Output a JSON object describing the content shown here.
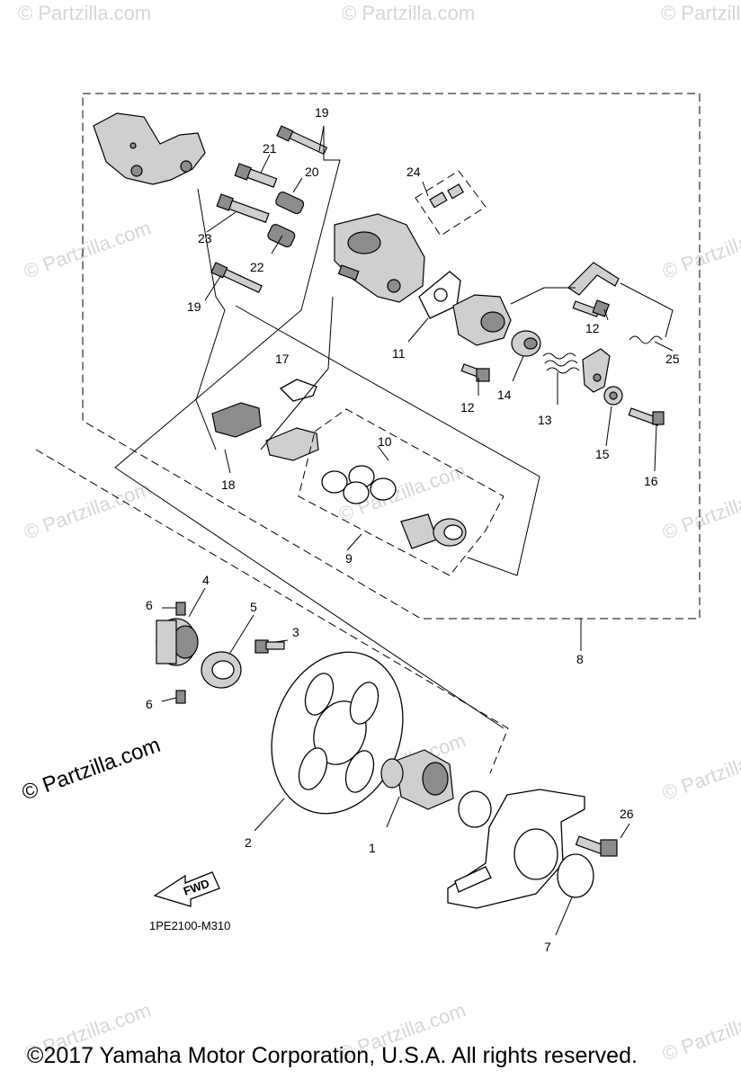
{
  "diagram": {
    "drawing_code": "1PE2100-M310",
    "fwd_label": "FWD",
    "watermark": "© Partzilla.com",
    "watermark_small": "© Partzilla.com",
    "copyright": "©2017 Yamaha Motor Corporation, U.S.A. All rights reserved.",
    "callouts": {
      "c1": "1",
      "c2": "2",
      "c3": "3",
      "c4": "4",
      "c5": "5",
      "c6a": "6",
      "c6b": "6",
      "c7": "7",
      "c8": "8",
      "c9": "9",
      "c10": "10",
      "c11": "11",
      "c12a": "12",
      "c12b": "12",
      "c13": "13",
      "c14": "14",
      "c15": "15",
      "c16": "16",
      "c17": "17",
      "c18": "18",
      "c19a": "19",
      "c19b": "19",
      "c20": "20",
      "c21": "21",
      "c22": "22",
      "c23": "23",
      "c24": "24",
      "c25": "25",
      "c26": "26"
    }
  }
}
